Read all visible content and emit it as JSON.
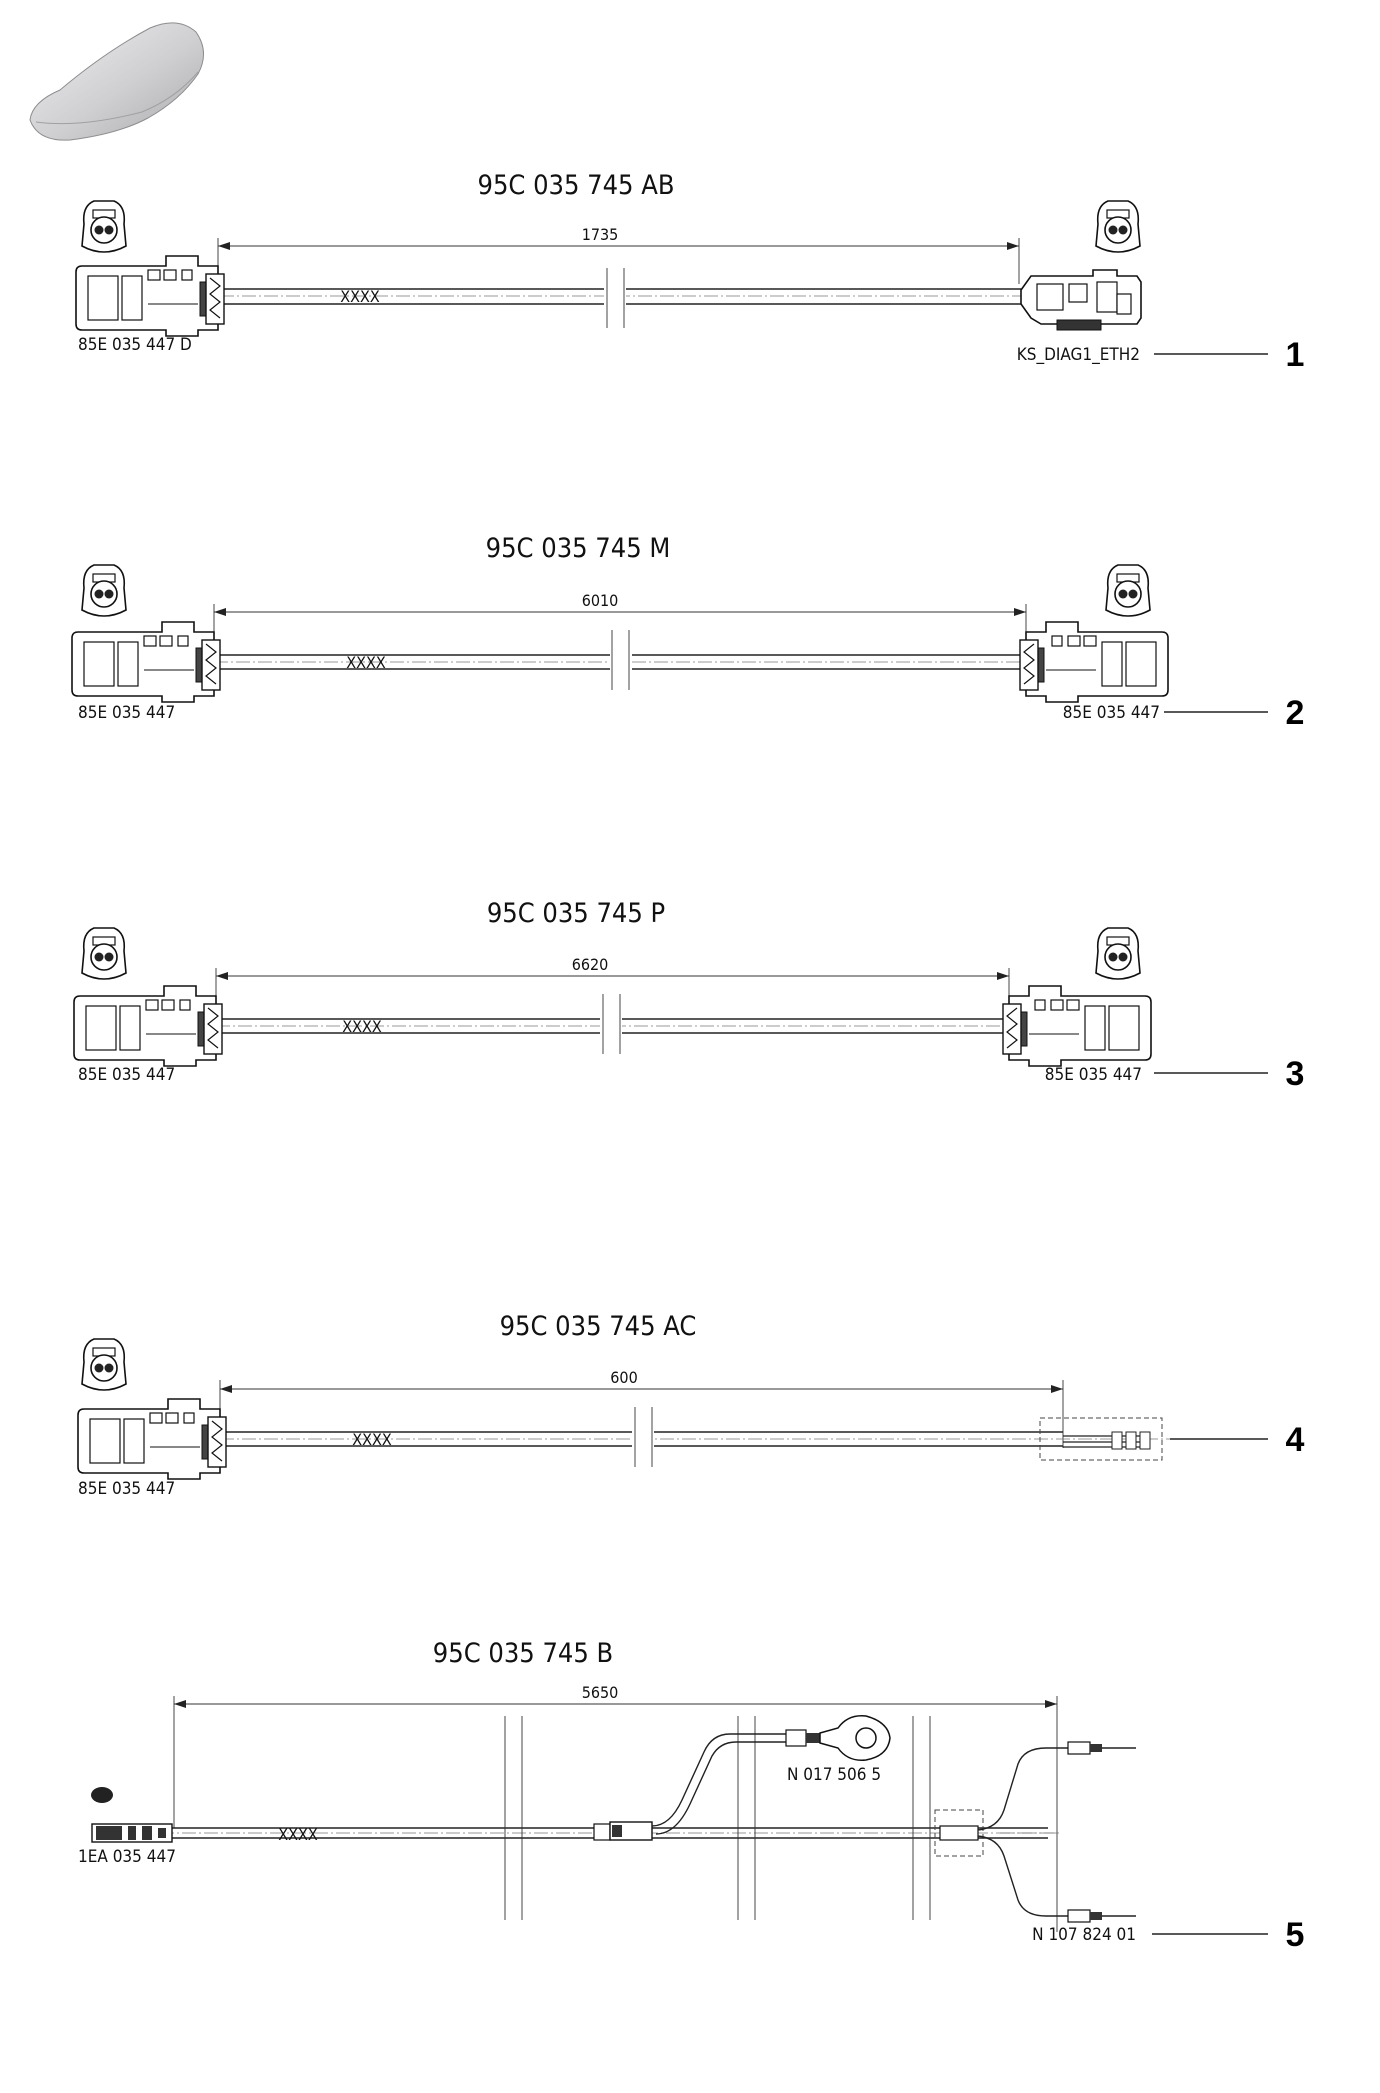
{
  "harnesses": [
    {
      "index": "1",
      "title": "95C 035 745 AB",
      "length": "1735",
      "cable_mark": "XXXX",
      "left_part": "85E 035 447 D",
      "right_part": "KS_DIAG1_ETH2"
    },
    {
      "index": "2",
      "title": "95C 035 745 M",
      "length": "6010",
      "cable_mark": "XXXX",
      "left_part": "85E 035 447",
      "right_part": "85E 035 447"
    },
    {
      "index": "3",
      "title": "95C 035 745 P",
      "length": "6620",
      "cable_mark": "XXXX",
      "left_part": "85E 035 447",
      "right_part": "85E 035 447"
    },
    {
      "index": "4",
      "title": "95C 035 745 AC",
      "length": "600",
      "cable_mark": "XXXX",
      "left_part": "85E 035 447"
    },
    {
      "index": "5",
      "title": "95C 035 745 B",
      "length": "5650",
      "cable_mark": "XXXX",
      "left_part": "1EA 035 447",
      "eyelet_part": "N 017 506 5",
      "right_part": "N 107 824 01"
    }
  ],
  "icons": {
    "vehicle": "car-silhouette-icon",
    "connector": "connector-face-icon"
  },
  "colors": {
    "line": "#222222",
    "centerline": "#777777",
    "car_fill": "#cfcfd1"
  }
}
